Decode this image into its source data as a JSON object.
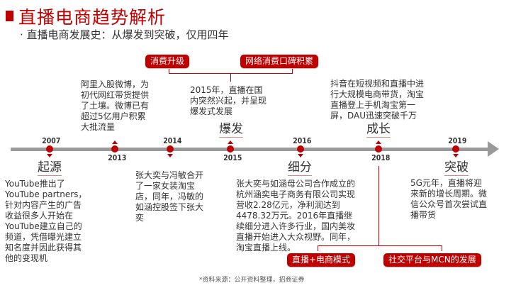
{
  "header": {
    "title": "直播电商趋势解析",
    "subtitle": "· 直播电商发展史：从爆发到突破，仅用四年"
  },
  "colors": {
    "accent": "#c00000",
    "axis": "#9a9a9a",
    "text": "#333333"
  },
  "top_tags": [
    "消费升级",
    "网络消费口碑积累"
  ],
  "bottom_tags": [
    "直播+电商模式",
    "社交平台与MCN的发展"
  ],
  "timeline": {
    "years": [
      "2007",
      "2013",
      "2014",
      "2015",
      "2016",
      "2018",
      "2019"
    ],
    "phases": [
      "起源",
      "爆发",
      "细分",
      "成长",
      "突破"
    ],
    "events": {
      "2007": "YouTube推出了YouTube partners，针对内容产生的广告收益很多人开始在YouTube建立自己的频道，凭借曝光建立知名度并因此获得其他的变现机",
      "2013": "阿里入股微博，为初代网红带货提供了土壤。微博已有超过5亿用户积累大批流量",
      "2014": "张大奕与冯敏合开了一家女装淘宝店，同年，冯敏的如涵控股签下张大奕",
      "2015": "2015年，直播在国内突然兴起，并呈现爆发式发展",
      "2016": "张大奕与如涵母公司合作成立的杭州涵奕电子商务有限公司实现营收2.28亿元，净利润达到4478.32万元。2016年直播继续细分进入许多行业，国内美妆直播开始进入大众视野。同年，淘宝直播上线。",
      "2018": "抖音在短视频和直播中进行大规模电商带货，淘宝直播登上手机淘宝第一屏，DAU迅速突破千万",
      "2019": "5G元年，直播将迎来新的增长周期。微信公众号首次尝试直播带货"
    }
  },
  "footer": {
    "source": "*资料来源：公开资料整理，招商证券"
  }
}
